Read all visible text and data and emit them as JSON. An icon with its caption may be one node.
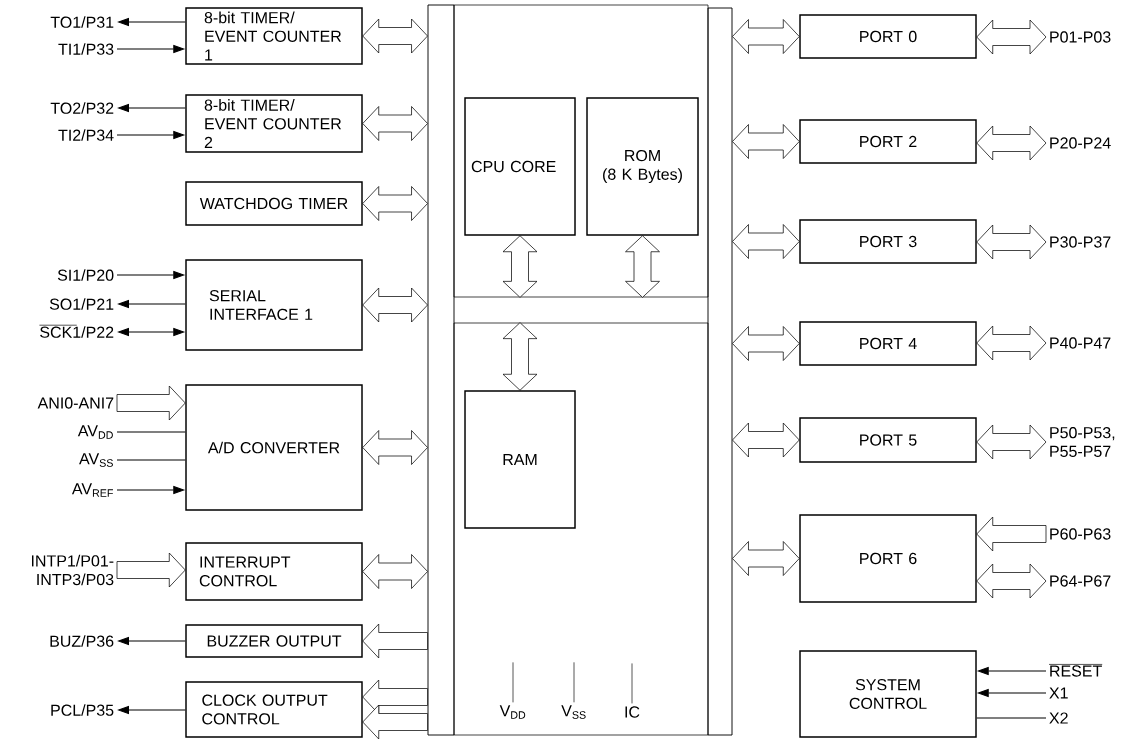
{
  "diagram": {
    "nodes": [
      {
        "text": [
          "8-bit TIMER/ EVENT COUNTER 1"
        ]
      },
      {
        "text": [
          "8-bit TIMER/ EVENT COUNTER 2"
        ]
      },
      {
        "text": [
          "WATCHDOG TIMER"
        ]
      },
      {
        "text": [
          "SERIAL INTERFACE 1"
        ]
      },
      {
        "text": [
          "A/D CONVERTER"
        ]
      },
      {
        "text": [
          "INTERRUPT CONTROL"
        ]
      },
      {
        "text": [
          "BUZZER OUTPUT"
        ]
      },
      {
        "text": [
          "CLOCK OUTPUT CONTROL"
        ]
      },
      {
        "text": [],
        "shape": "bar"
      },
      {
        "text": [],
        "shape": "box"
      },
      {
        "text": [
          "CPU CORE"
        ],
        "in": 9
      },
      {
        "text": [
          "ROM",
          "(8 K Bytes)"
        ],
        "in": 9
      },
      {
        "text": [],
        "shape": "box"
      },
      {
        "text": [
          "RAM"
        ],
        "in": 12
      },
      {
        "text": [],
        "shape": "bar"
      },
      {
        "text": [
          "PORT 0"
        ]
      },
      {
        "text": [
          "PORT 2"
        ]
      },
      {
        "text": [
          "PORT 3"
        ]
      },
      {
        "text": [
          "PORT 4"
        ]
      },
      {
        "text": [
          "PORT 5"
        ]
      },
      {
        "text": [
          "PORT 6"
        ]
      },
      {
        "text": [
          "SYSTEM CONTROL"
        ]
      },
      {
        "text": [
          "TO1/P31"
        ]
      },
      {
        "text": [
          "TI1/P33"
        ]
      },
      {
        "text": [
          "TO2/P32"
        ]
      },
      {
        "text": [
          "TI2/P34"
        ]
      },
      {
        "text": [
          "SI1/P20"
        ]
      },
      {
        "text": [
          "SO1/P21"
        ]
      },
      {
        "text": [
          "SCK1/P22"
        ]
      },
      {
        "text": [
          "ANI0-ANI7"
        ]
      },
      {
        "text": [
          "AV$_{DD}$"
        ]
      },
      {
        "text": [
          "AV$_{SS}$"
        ]
      },
      {
        "text": [
          "AV$_{REF}$"
        ]
      },
      {
        "text": [
          "INTP1/P01- INTP3/P03"
        ]
      },
      {
        "text": [
          "BUZ/P36"
        ]
      },
      {
        "text": [
          "PCL/P35"
        ]
      },
      {
        "text": [
          "V$_{DD}$"
        ],
        "in": 12
      },
      {
        "text": [
          "V$_{SS}$"
        ],
        "in": 12
      },
      {
        "text": [
          "IC"
        ],
        "in": 12
      },
      {
        "text": [
          "P01-P03"
        ]
      },
      {
        "text": [
          "P20-P24"
        ]
      },
      {
        "text": [
          "P30-P37"
        ]
      },
      {
        "text": [
          "P40-P47"
        ]
      },
      {
        "text": [
          "P50-P53, P55-P57"
        ]
      },
      {
        "text": [
          "P60-P63"
        ]
      },
      {
        "text": [
          "P64-P67"
        ]
      },
      {
        "text": [
          "RESET"
        ]
      },
      {
        "text": [
          "X1"
        ]
      },
      {
        "text": [
          "X2"
        ]
      }
    ],
    "edges": [
      {
        "from": 0,
        "to": 8,
        "arrow": "both",
        "style": "thick"
      },
      {
        "from": 1,
        "to": 8,
        "arrow": "both",
        "style": "thick"
      },
      {
        "from": 2,
        "to": 8,
        "arrow": "both",
        "style": "thick"
      },
      {
        "from": 3,
        "to": 8,
        "arrow": "both",
        "style": "thick"
      },
      {
        "from": 4,
        "to": 8,
        "arrow": "both",
        "style": "thick"
      },
      {
        "from": 5,
        "to": 8,
        "arrow": "both",
        "style": "thick"
      },
      {
        "from": 8,
        "to": 6,
        "arrow": "to",
        "style": "thick"
      },
      {
        "from": 8,
        "to": 7,
        "arrow": "to",
        "style": "thick"
      },
      {
        "from": 8,
        "to": 7,
        "arrow": "to",
        "style": "thick"
      },
      {
        "from": 10,
        "to": 9,
        "arrow": "both",
        "style": "thick"
      },
      {
        "from": 11,
        "to": 9,
        "arrow": "both",
        "style": "thick"
      },
      {
        "from": 12,
        "to": 13,
        "arrow": "both",
        "style": "thick"
      },
      {
        "from": 14,
        "to": 15,
        "arrow": "both",
        "style": "thick"
      },
      {
        "from": 14,
        "to": 16,
        "arrow": "both",
        "style": "thick"
      },
      {
        "from": 14,
        "to": 17,
        "arrow": "both",
        "style": "thick"
      },
      {
        "from": 14,
        "to": 18,
        "arrow": "both",
        "style": "thick"
      },
      {
        "from": 14,
        "to": 19,
        "arrow": "both",
        "style": "thick"
      },
      {
        "from": 14,
        "to": 20,
        "arrow": "both",
        "style": "thick"
      },
      {
        "from": 15,
        "to": 39,
        "arrow": "both",
        "style": "thick"
      },
      {
        "from": 16,
        "to": 40,
        "arrow": "both",
        "style": "thick"
      },
      {
        "from": 17,
        "to": 41,
        "arrow": "both",
        "style": "thick"
      },
      {
        "from": 18,
        "to": 42,
        "arrow": "both",
        "style": "thick"
      },
      {
        "from": 19,
        "to": 43,
        "arrow": "both",
        "style": "thick"
      },
      {
        "from": 44,
        "to": 20,
        "arrow": "to",
        "style": "thick"
      },
      {
        "from": 20,
        "to": 45,
        "arrow": "both",
        "style": "thick"
      },
      {
        "from": 0,
        "to": 22,
        "arrow": "to"
      },
      {
        "from": 23,
        "to": 0,
        "arrow": "to"
      },
      {
        "from": 1,
        "to": 24,
        "arrow": "to"
      },
      {
        "from": 25,
        "to": 1,
        "arrow": "to"
      },
      {
        "from": 26,
        "to": 3,
        "arrow": "to"
      },
      {
        "from": 3,
        "to": 27,
        "arrow": "to"
      },
      {
        "from": 28,
        "to": 3,
        "arrow": "both"
      },
      {
        "from": 29,
        "to": 4,
        "arrow": "to",
        "style": "thick"
      },
      {
        "from": 30,
        "to": 4,
        "arrow": "none"
      },
      {
        "from": 31,
        "to": 4,
        "arrow": "none"
      },
      {
        "from": 32,
        "to": 4,
        "arrow": "to"
      },
      {
        "from": 33,
        "to": 5,
        "arrow": "to",
        "style": "thick"
      },
      {
        "from": 6,
        "to": 34,
        "arrow": "to"
      },
      {
        "from": 7,
        "to": 35,
        "arrow": "to"
      },
      {
        "from": 46,
        "to": 21,
        "arrow": "to"
      },
      {
        "from": 47,
        "to": 21,
        "arrow": "to"
      },
      {
        "from": 48,
        "to": 21,
        "arrow": "none"
      },
      {
        "from": null,
        "to": 36,
        "arrow": "none"
      },
      {
        "from": null,
        "to": 37,
        "arrow": "none"
      },
      {
        "from": null,
        "to": 38,
        "arrow": "none"
      }
    ]
  }
}
